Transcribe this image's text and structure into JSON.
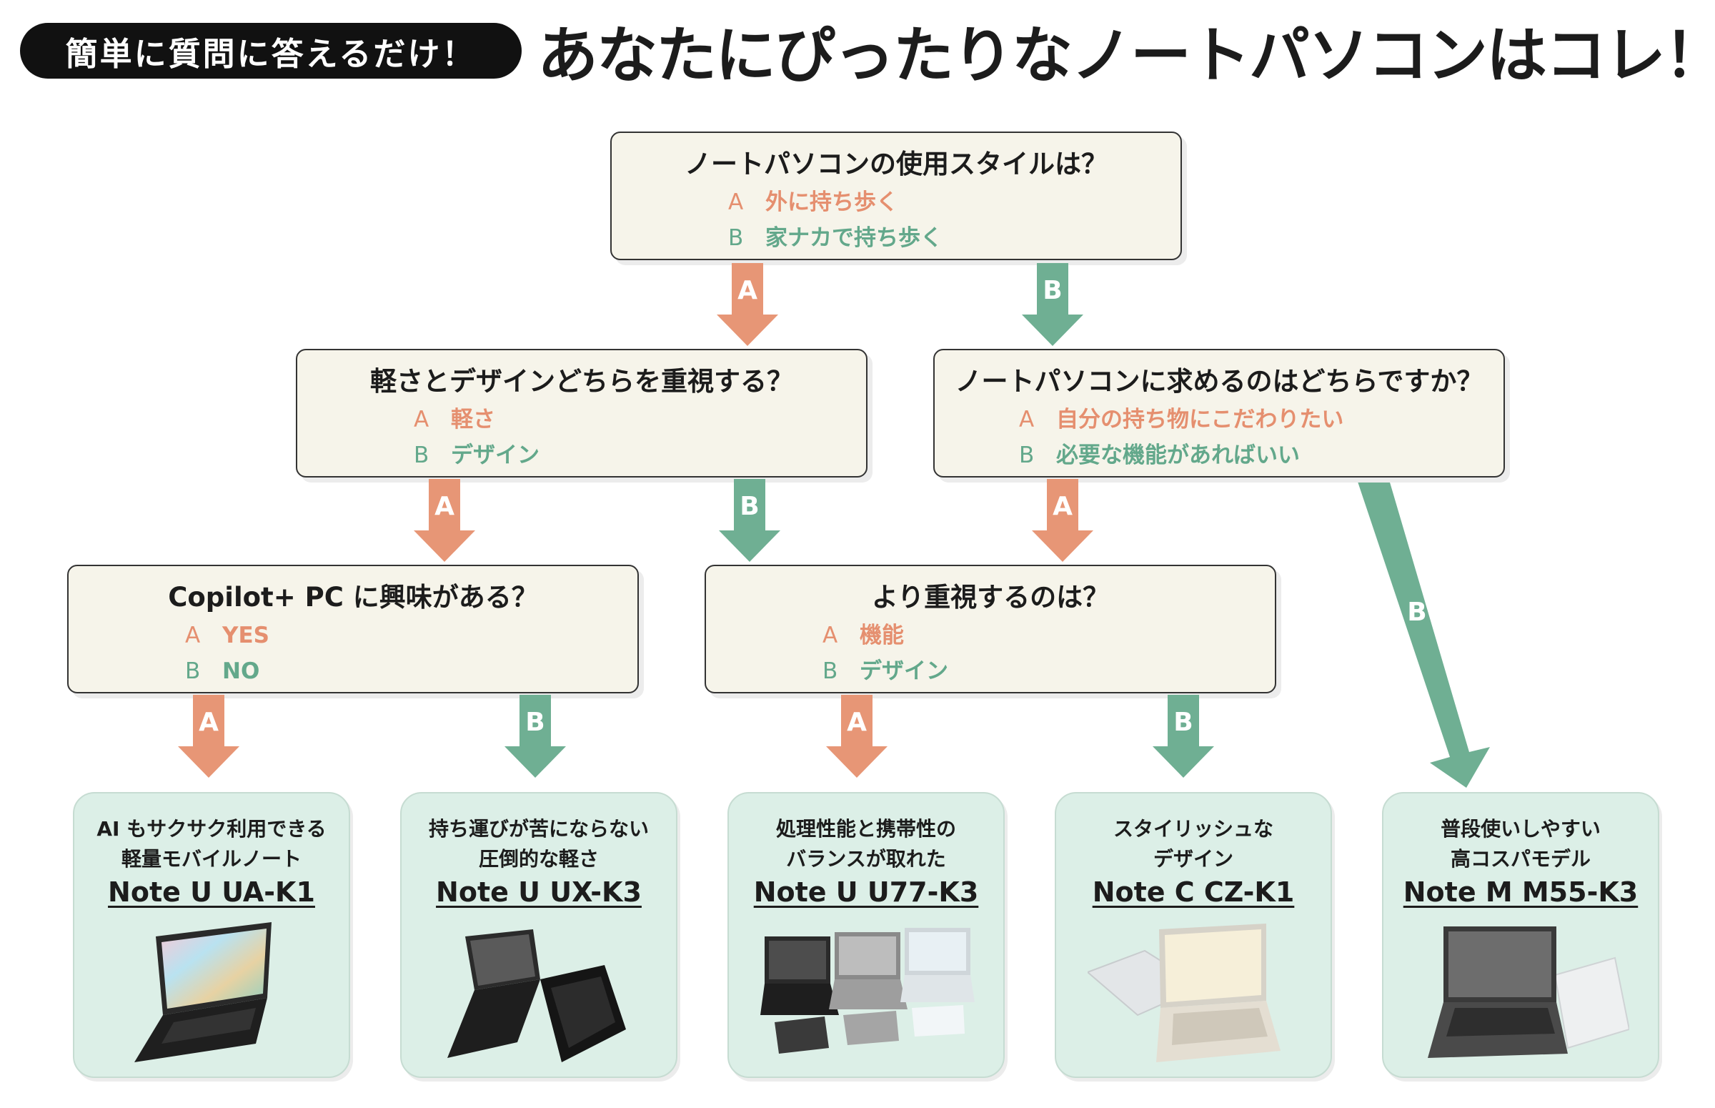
{
  "header": {
    "badge": "簡単に質問に答えるだけ！",
    "title": "あなたにぴったりなノートパソコンはコレ！"
  },
  "colors": {
    "option_a": "#e58f6f",
    "option_b": "#63a88b",
    "card_bg": "#dcefe7",
    "box_bg": "#f6f4ea"
  },
  "questions": {
    "q1": {
      "title": "ノートパソコンの使用スタイルは？",
      "a_letter": "A",
      "a_text": "外に持ち歩く",
      "b_letter": "B",
      "b_text": "家ナカで持ち歩く"
    },
    "q2": {
      "title": "軽さとデザインどちらを重視する？",
      "a_letter": "A",
      "a_text": "軽さ",
      "b_letter": "B",
      "b_text": "デザイン"
    },
    "q3": {
      "title": "ノートパソコンに求めるのはどちらですか？",
      "a_letter": "A",
      "a_text": "自分の持ち物にこだわりたい",
      "b_letter": "B",
      "b_text": "必要な機能があればいい"
    },
    "q4": {
      "title": "Copilot+ PC に興味がある？",
      "a_letter": "A",
      "a_text": "YES",
      "b_letter": "B",
      "b_text": "NO"
    },
    "q5": {
      "title": "より重視するのは？",
      "a_letter": "A",
      "a_text": "機能",
      "b_letter": "B",
      "b_text": "デザイン"
    }
  },
  "arrow_labels": {
    "a": "A",
    "b": "B"
  },
  "results": [
    {
      "line1": "AI もサクサク利用できる",
      "line2": "軽量モバイルノート",
      "model": "Note U UA-K1",
      "image": "laptop-colorful-icon"
    },
    {
      "line1": "持ち運びが苦にならない",
      "line2": "圧倒的な軽さ",
      "model": "Note U UX-K3",
      "image": "laptop-black-pair-icon"
    },
    {
      "line1": "処理性能と携帯性の",
      "line2": "バランスが取れた",
      "model": "Note U U77-K3",
      "image": "laptop-lineup-icon"
    },
    {
      "line1": "スタイリッシュな",
      "line2": "デザイン",
      "model": "Note C CZ-K1",
      "image": "laptop-silver-icon"
    },
    {
      "line1": "普段使いしやすい",
      "line2": "高コスパモデル",
      "model": "Note M M55-K3",
      "image": "laptop-gray-icon"
    }
  ]
}
